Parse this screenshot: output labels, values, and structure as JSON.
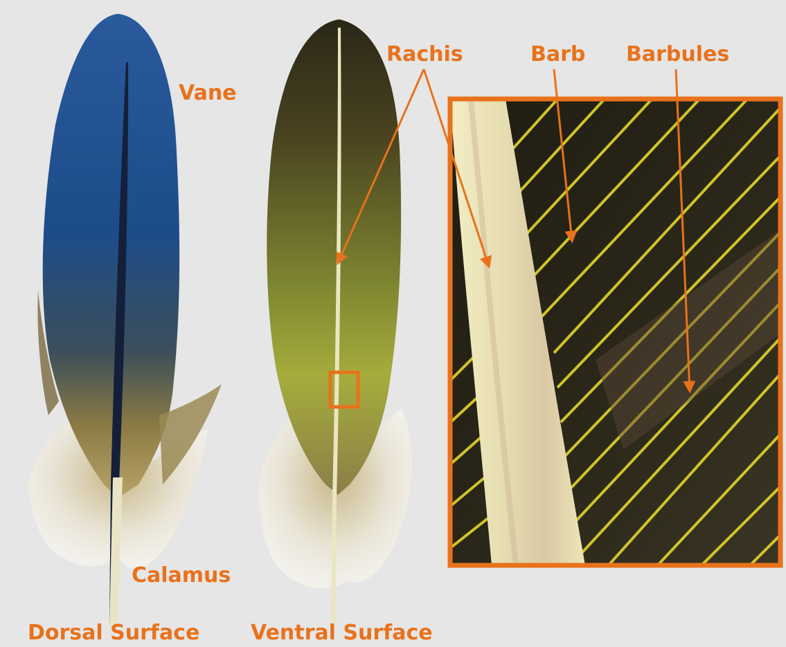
{
  "labels": {
    "vane": "Vane",
    "rachis": "Rachis",
    "barb": "Barb",
    "barbules": "Barbules",
    "calamus": "Calamus",
    "dorsal_surface": "Dorsal Surface",
    "ventral_surface": "Ventral Surface"
  },
  "colors": {
    "background": "#e6e6e6",
    "annotation": "#e8721c",
    "dorsal_blue": "#1f4f8c",
    "ventral_olive": "#6f7428",
    "rachis": "#efeab8",
    "barb_yellow": "#d9cc2c",
    "down_white": "#f4f2ec"
  }
}
